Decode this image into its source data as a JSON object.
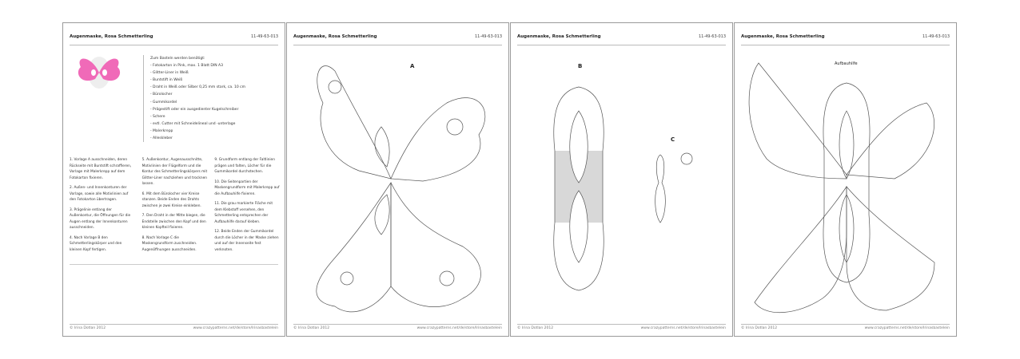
{
  "doc": {
    "title": "Augenmaske, Rosa Schmetterling",
    "code": "11-49-63-013",
    "footer_left": "© Irina Dotlan 2012",
    "footer_right": "www.crazypatterns.net/de/store/Irinasbastelein"
  },
  "page1": {
    "materials_heading": "Zum Basteln werden benötigt:",
    "materials": [
      "- Fotokarton in Pink, max. 1 Blatt DIN A3",
      "- Glitter-Liner in Weiß",
      "- Buntstift in Weiß",
      "- Draht in Weiß oder Silber 0,25 mm stark, ca. 10 cm",
      "- Bürolocher",
      "- Gummikordel",
      "- Prägestift oder ein ausgedienter Kugelschreiber",
      "- Schere",
      "- evtl. Cutter mit Schneidelineal und -unterlage",
      "- Malerkrepp",
      "- Alleskleber"
    ],
    "steps": [
      [
        "1. Vorlage A ausschneiden, deren Rückseite mit Buntstift schraffieren, Vorlage mit Malerkrepp auf dem Fotokarton fixieren.",
        "2. Außen- und Innenkonturen der Vorlage, sowie alle Motivlinien auf den Fotokarton übertragen.",
        "3. Prägelinie entlang der Außenkontur, die Öffnungen für die Augen entlang der Innenkonturen ausschneiden.",
        "4. Nach Vorlage B den Schmetterlingskörper und den kleinen Kopf fertigen."
      ],
      [
        "5. Außenkontur, Augenausschnitte, Motivlinien der Flügelform und die Kontur des Schmetterlingskörpers mit Glitter-Liner nachziehen und trocknen lassen.",
        "6. Mit dem Bürolocher vier Kreise stanzen. Beide Enden des Drahts zwischen je zwei Kreise einkleben.",
        "7. Den Draht in der Mitte biegen, die Endstelle zwischen den Kopf und den kleinen Kopfteil fixieren.",
        "8. Nach Vorlage C die Maskengrundform zuschneiden. Augenöffnungen ausschneiden."
      ],
      [
        "9. Grundform entlang der Faltlinien prägen und falten, Löcher für die Gummikordel durchstechen.",
        "10. Die Seitenpartien der Maskengrundform mit Malerkrepp auf die Aufbauhilfe fixieren.",
        "11. Die grau markierte Fläche mit dem Klebstoff versehen, den Schmetterling entsprechen der Aufbauhilfe darauf kleben.",
        "12. Beide Enden der Gummikordel durch die Löcher in der Maske ziehen und auf der Innenseite fest verknoten."
      ]
    ]
  },
  "page2": {
    "label": "A"
  },
  "page3": {
    "label_b": "B",
    "label_c": "C"
  },
  "page4": {
    "label": "Aufbauhilfe"
  },
  "colors": {
    "mask_pink": "#f06ab8",
    "gray_fill": "#d8d8d8"
  }
}
